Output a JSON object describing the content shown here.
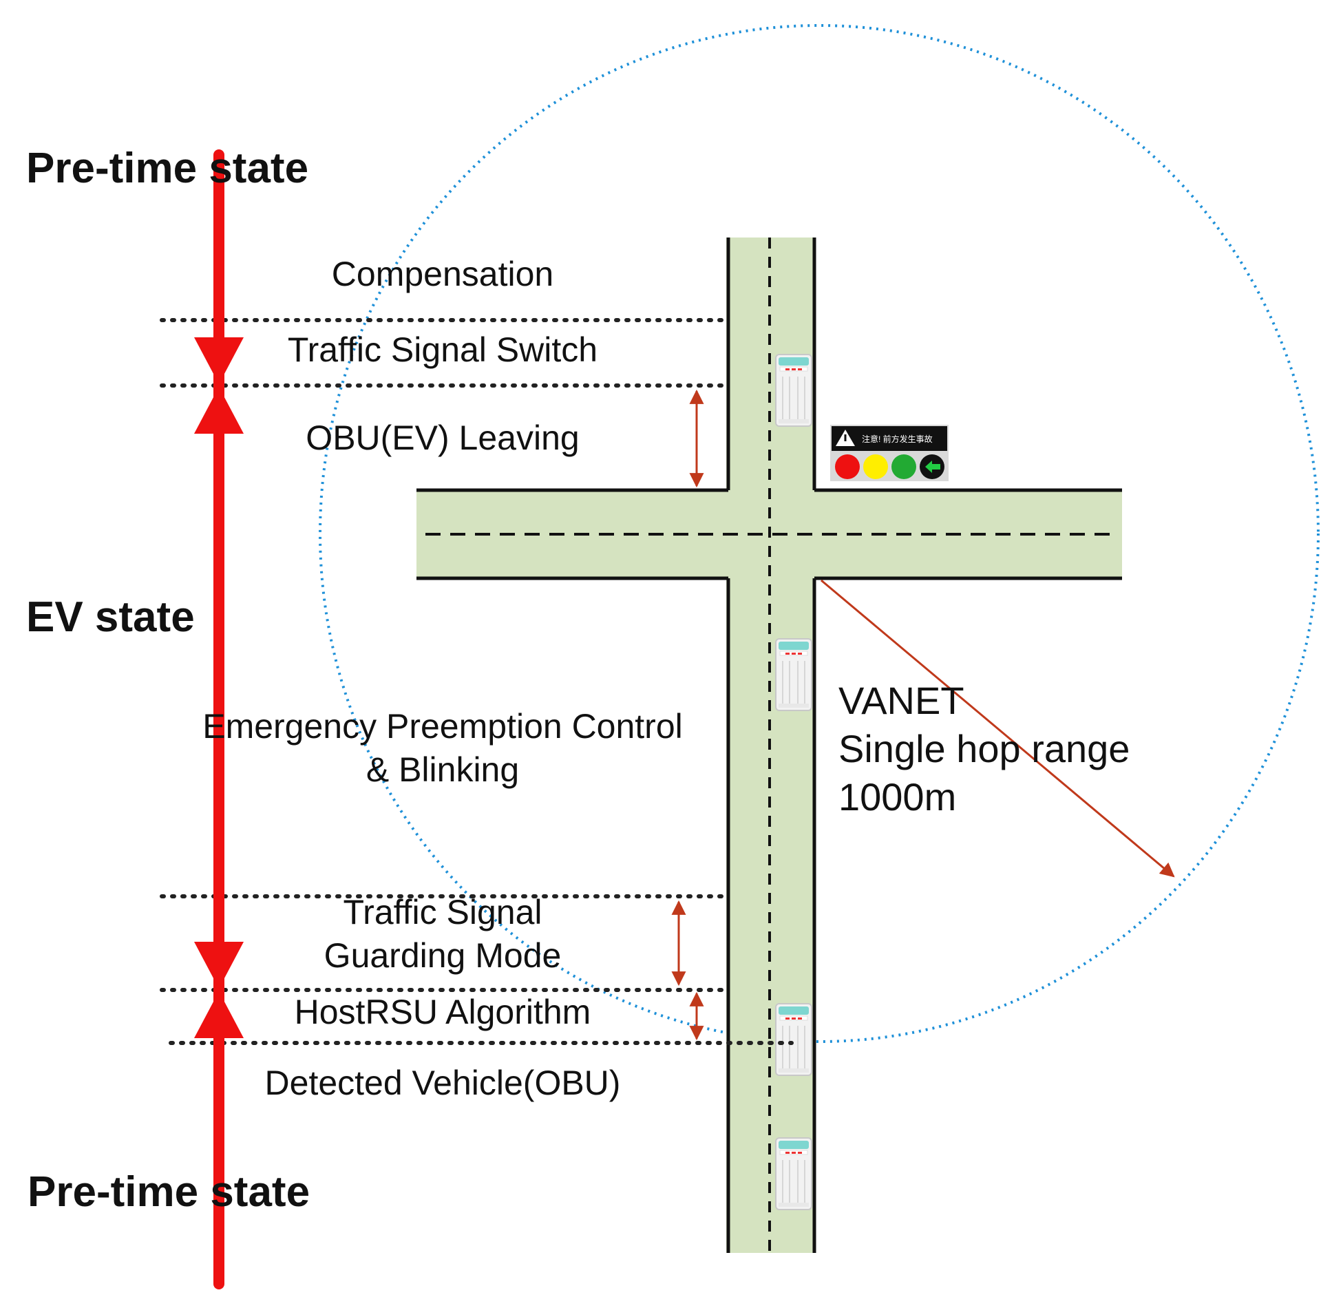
{
  "states": {
    "top": "Pre-time state",
    "middle": "EV state",
    "bottom": "Pre-time state"
  },
  "phases": {
    "compensation": "Compensation",
    "signal_switch": "Traffic Signal Switch",
    "obu_leaving": "OBU(EV) Leaving",
    "preemption_line1": "Emergency Preemption Control",
    "preemption_line2": "& Blinking",
    "guarding_line1": "Traffic Signal",
    "guarding_line2": "Guarding Mode",
    "hostrsu": "HostRSU Algorithm",
    "detected": "Detected Vehicle(OBU)"
  },
  "vanet": {
    "line1": "VANET",
    "line2": "Single hop range",
    "line3": "1000m"
  },
  "signal_sign": {
    "warning_text": "注意! 前方发生事故"
  },
  "colors": {
    "timeline": "#ee1111",
    "road": "#d5e3c0",
    "range_circle": "#1e90d8",
    "measure_arrow": "#c0391b",
    "light_red": "#ee1111",
    "light_yellow": "#ffee00",
    "light_green": "#22aa33",
    "arrow_light": "#22cc44"
  },
  "icons": [
    "vehicle-icon",
    "traffic-light-icon",
    "warning-triangle-icon",
    "green-left-arrow-icon"
  ]
}
